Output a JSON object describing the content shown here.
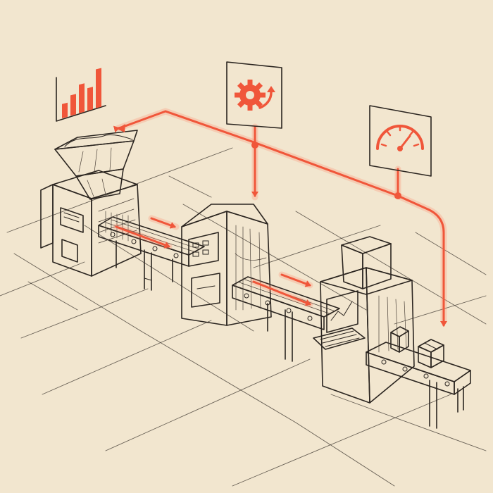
{
  "colors": {
    "paper": "#f2e6cf",
    "ink": "#2b2520",
    "accent": "#f0563a",
    "accent_glow": "#ff8a6a",
    "machine_face": "#efe3cb",
    "machine_side": "#ddcfb4"
  },
  "icons": {
    "analytics": "bar-chart-icon",
    "process_control": "gear-refresh-icon",
    "performance": "speed-gauge-icon"
  },
  "stages": [
    "hopper-feeder",
    "processing-unit",
    "inspection-packaging-unit"
  ],
  "analytics_bar_levels": [
    0.35,
    0.5,
    0.7,
    0.55,
    0.95
  ]
}
